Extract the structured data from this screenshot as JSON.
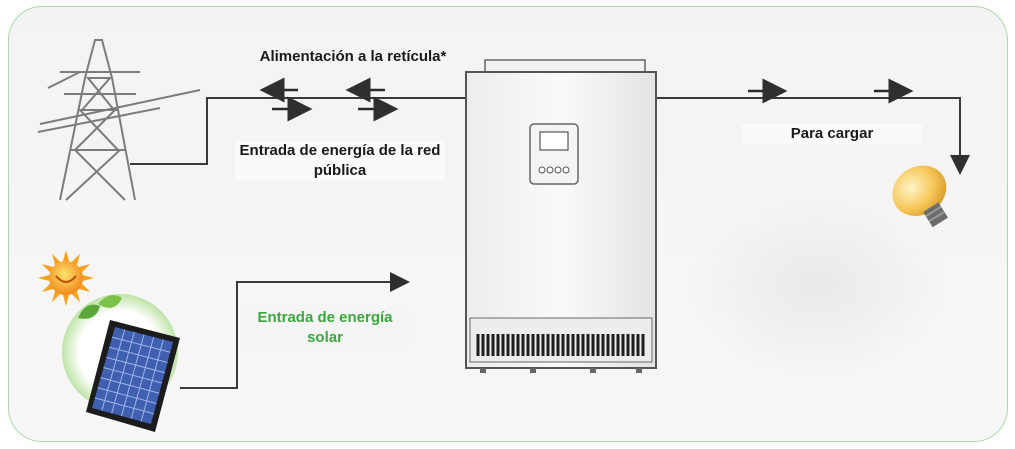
{
  "labels": {
    "grid_feed": "Alimentación a la retícula*",
    "grid_input": "Entrada de energía de la red pública",
    "load": "Para cargar",
    "solar_input": "Entrada de energía solar"
  },
  "colors": {
    "frame_border": "#a9d8a9",
    "solar_label": "#3da63d",
    "line": "#3a3a3a"
  },
  "icons": [
    "transmission-tower-icon",
    "sun-icon",
    "solar-panel-icon",
    "light-bulb-icon",
    "inverter-icon"
  ]
}
